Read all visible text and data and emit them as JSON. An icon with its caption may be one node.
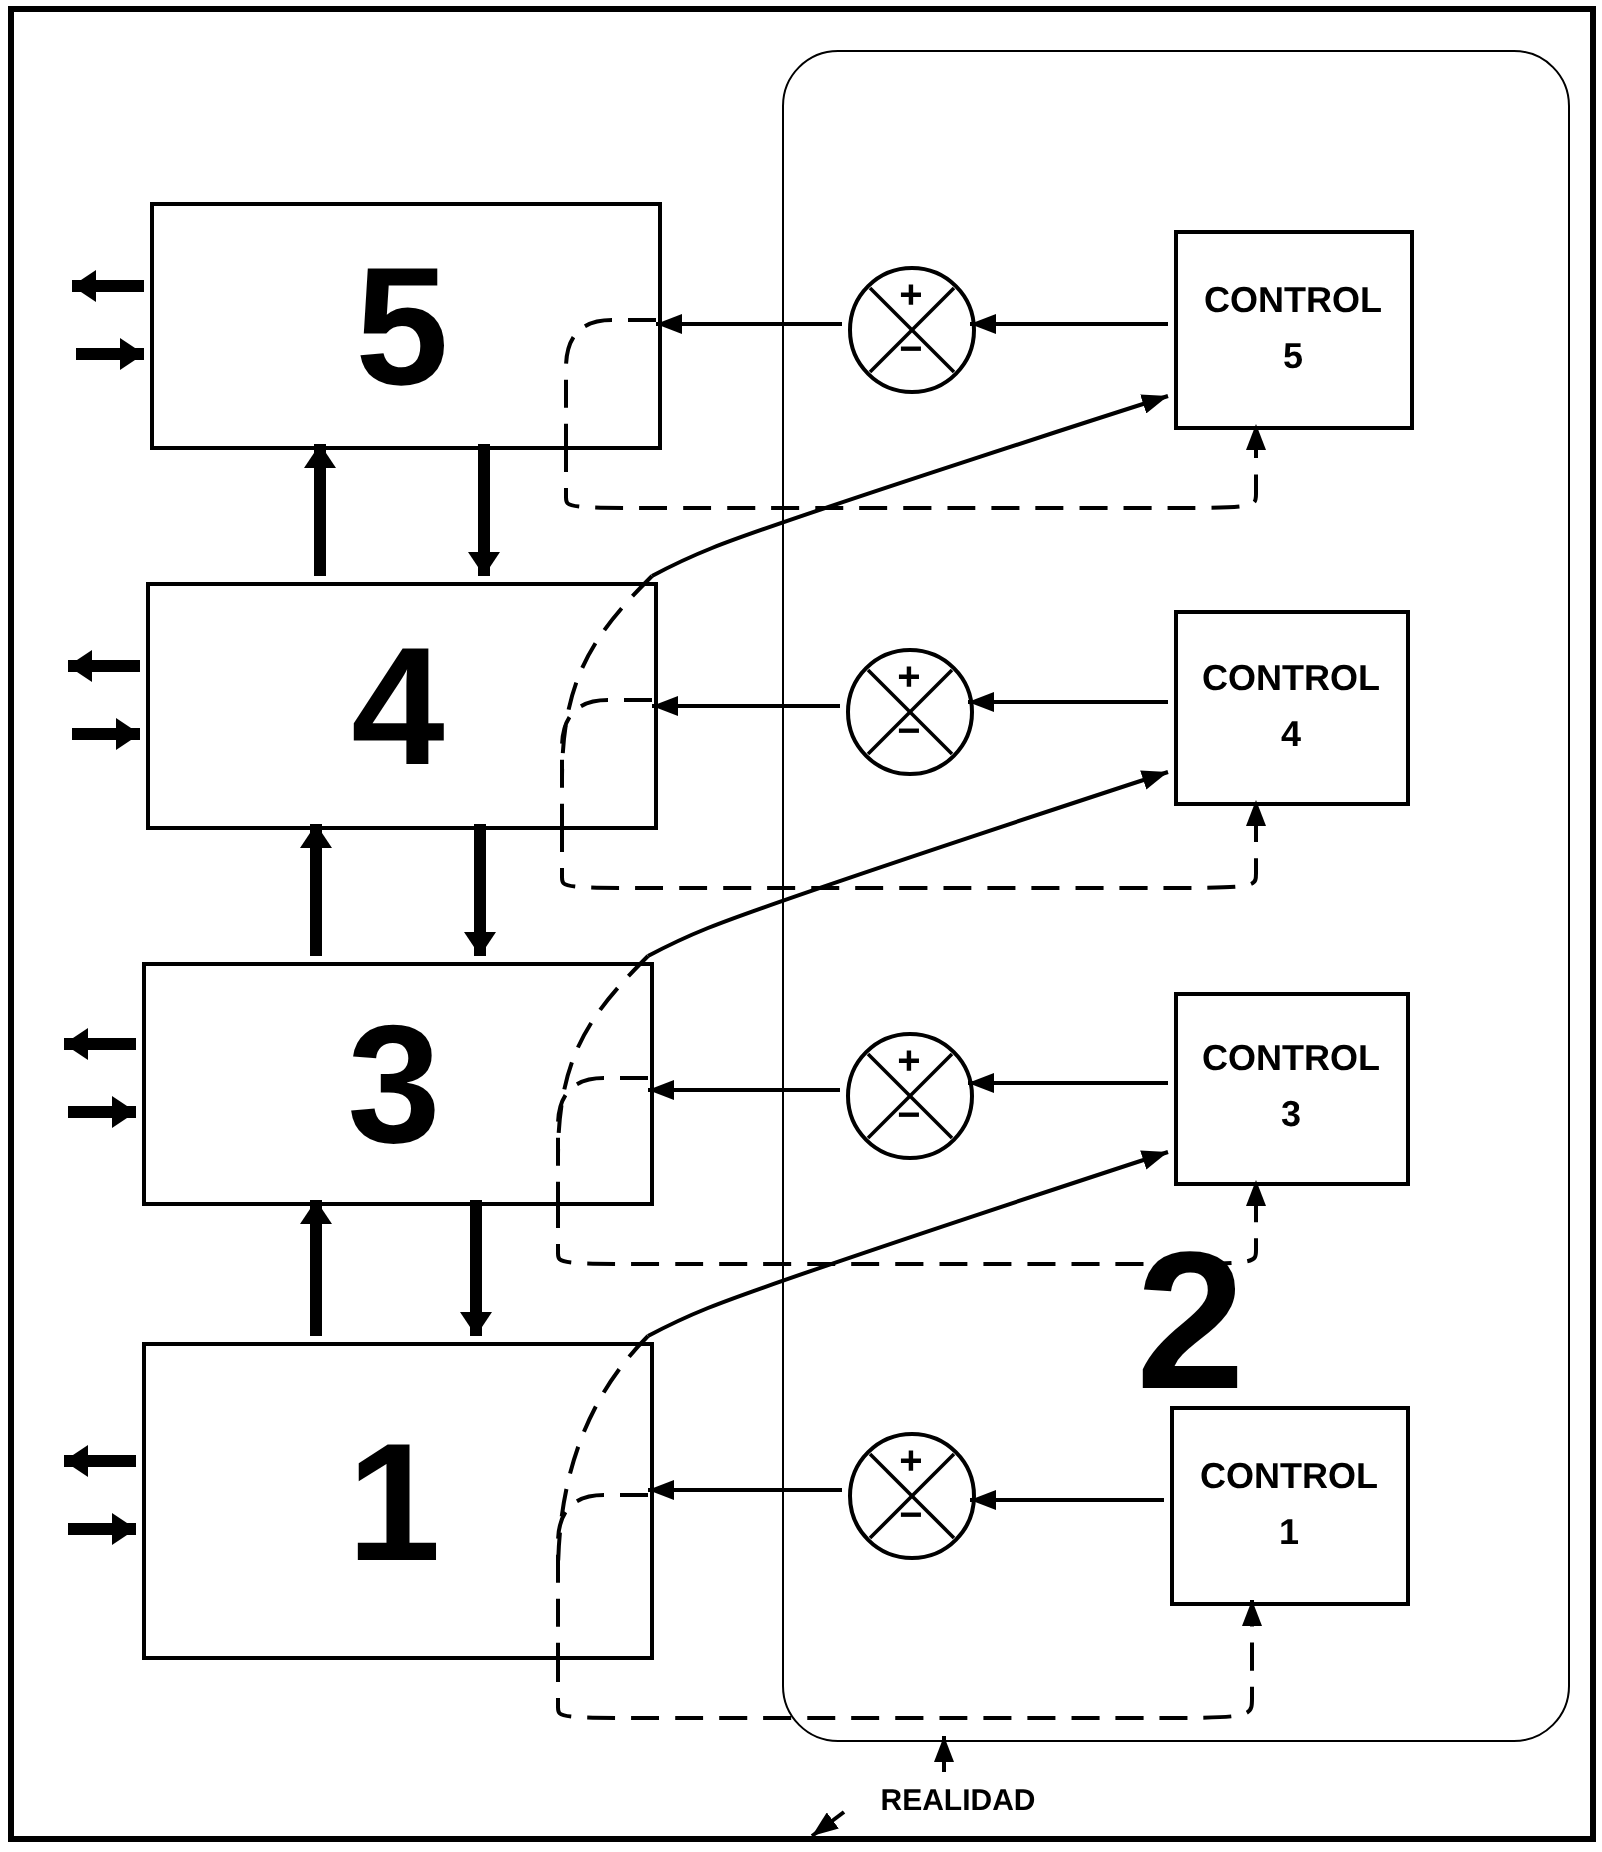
{
  "diagram": {
    "nodes": [
      {
        "text": [],
        "shape": "box"
      },
      {
        "text": [
          "5"
        ],
        "in": 0
      },
      {
        "text": [
          "4"
        ],
        "in": 0
      },
      {
        "text": [
          "3"
        ],
        "in": 0
      },
      {
        "text": [
          "1"
        ],
        "in": 0
      },
      {
        "text": [
          "2"
        ],
        "in": 0
      },
      {
        "text": [
          "+",
          "−"
        ],
        "in": 5
      },
      {
        "text": [
          "CONTROL 5"
        ],
        "in": 5
      },
      {
        "text": [
          "+",
          "−"
        ],
        "in": 5
      },
      {
        "text": [
          "CONTROL 4"
        ],
        "in": 5
      },
      {
        "text": [
          "+",
          "−"
        ],
        "in": 5
      },
      {
        "text": [
          "CONTROL 3"
        ],
        "in": 5
      },
      {
        "text": [
          "+",
          "−"
        ],
        "in": 5
      },
      {
        "text": [
          "CONTROL 1"
        ],
        "in": 5
      },
      {
        "text": [
          "REALIDAD"
        ],
        "in": 0
      }
    ],
    "edges": [
      {
        "from": 7,
        "to": 6,
        "arrow": "to"
      },
      {
        "from": 6,
        "to": 1,
        "arrow": "to"
      },
      {
        "from": 1,
        "to": 7,
        "arrow": "to",
        "style": "dashed"
      },
      {
        "from": 2,
        "to": 7,
        "arrow": "to"
      },
      {
        "from": 9,
        "to": 8,
        "arrow": "to"
      },
      {
        "from": 8,
        "to": 2,
        "arrow": "to"
      },
      {
        "from": 2,
        "to": 9,
        "arrow": "to",
        "style": "dashed"
      },
      {
        "from": 3,
        "to": 9,
        "arrow": "to"
      },
      {
        "from": 11,
        "to": 10,
        "arrow": "to"
      },
      {
        "from": 10,
        "to": 3,
        "arrow": "to"
      },
      {
        "from": 3,
        "to": 11,
        "arrow": "to",
        "style": "dashed"
      },
      {
        "from": 4,
        "to": 11,
        "arrow": "to"
      },
      {
        "from": 13,
        "to": 12,
        "arrow": "to"
      },
      {
        "from": 12,
        "to": 4,
        "arrow": "to"
      },
      {
        "from": 4,
        "to": 13,
        "arrow": "to",
        "style": "dashed"
      },
      {
        "from": 2,
        "to": 1,
        "arrow": "to",
        "style": "thick"
      },
      {
        "from": 1,
        "to": 2,
        "arrow": "to",
        "style": "thick"
      },
      {
        "from": 3,
        "to": 2,
        "arrow": "to",
        "style": "thick"
      },
      {
        "from": 2,
        "to": 3,
        "arrow": "to",
        "style": "thick"
      },
      {
        "from": 4,
        "to": 3,
        "arrow": "to",
        "style": "thick"
      },
      {
        "from": 3,
        "to": 4,
        "arrow": "to",
        "style": "thick"
      },
      {
        "from": 1,
        "to": null,
        "arrow": "to",
        "style": "thick"
      },
      {
        "from": null,
        "to": 1,
        "arrow": "to",
        "style": "thick"
      },
      {
        "from": 2,
        "to": null,
        "arrow": "to",
        "style": "thick"
      },
      {
        "from": null,
        "to": 2,
        "arrow": "to",
        "style": "thick"
      },
      {
        "from": 3,
        "to": null,
        "arrow": "to",
        "style": "thick"
      },
      {
        "from": null,
        "to": 3,
        "arrow": "to",
        "style": "thick"
      },
      {
        "from": 4,
        "to": null,
        "arrow": "to",
        "style": "thick"
      },
      {
        "from": null,
        "to": 4,
        "arrow": "to",
        "style": "thick"
      },
      {
        "from": 14,
        "to": 5,
        "arrow": "to"
      },
      {
        "from": 14,
        "to": 0,
        "arrow": "to"
      }
    ]
  }
}
